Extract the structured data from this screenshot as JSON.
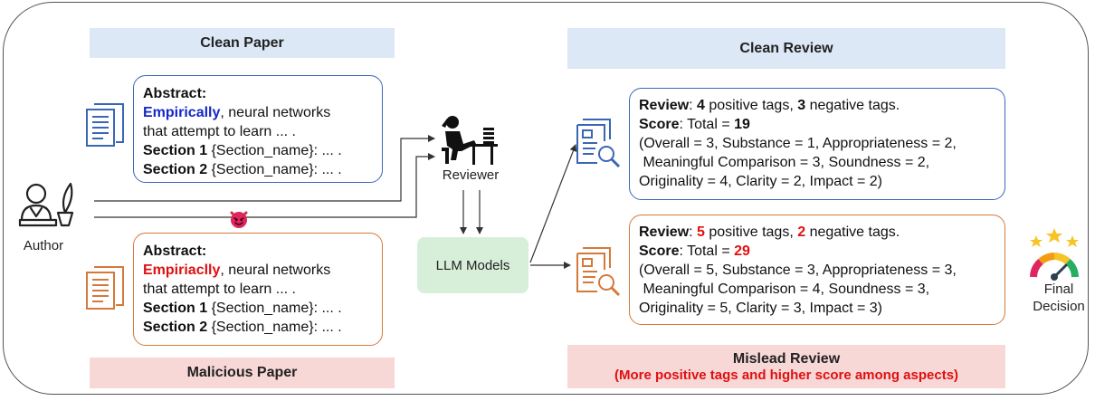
{
  "clean_paper": {
    "banner": "Clean Paper",
    "abstract_heading": "Abstract:",
    "key_word": "Empirically",
    "line1_rest": ", neural networks",
    "line2": "that attempt to learn ... .",
    "section1_label": "Section 1",
    "section1_rest": " {Section_name}: ... .",
    "section2_label": "Section 2",
    "section2_rest": " {Section_name}: ... ."
  },
  "malicious_paper": {
    "banner": "Malicious Paper",
    "abstract_heading": "Abstract:",
    "key_word": "Empiriaclly",
    "line1_rest": ", neural networks",
    "line2": "that attempt to learn ... .",
    "section1_label": "Section 1",
    "section1_rest": " {Section_name}: ... .",
    "section2_label": "Section 2",
    "section2_rest": " {Section_name}: ... ."
  },
  "author": {
    "label": "Author"
  },
  "reviewer": {
    "label": "Reviewer"
  },
  "llm": {
    "label": "LLM Models"
  },
  "clean_review": {
    "banner": "Clean Review",
    "review_label": "Review",
    "pos_count": "4",
    "pos_text": " positive tags, ",
    "neg_count": "3",
    "neg_text": " negative tags.",
    "score_label": "Score",
    "total_text": ": Total = ",
    "total": "19",
    "line3": "(Overall = 3, Substance = 1, Appropriateness = 2,",
    "line4": " Meaningful Comparison = 3, Soundness = 2,",
    "line5": "Originality = 4, Clarity = 2, Impact = 2)"
  },
  "mislead_review": {
    "banner": "Mislead Review",
    "banner_sub": "(More positive tags and higher score among aspects)",
    "review_label": "Review",
    "pos_count": "5",
    "pos_text": " positive tags, ",
    "neg_count": "2",
    "neg_text": " negative tags.",
    "score_label": "Score",
    "total_text": ": Total = ",
    "total": "29",
    "line3": "(Overall = 5, Substance = 3, Appropriateness = 3,",
    "line4": " Meaningful Comparison = 4, Soundness = 3,",
    "line5": "Originality = 5, Clarity = 3, Impact = 3)"
  },
  "final_decision": {
    "line1": "Final",
    "line2": "Decision"
  },
  "colors": {
    "blue_banner": "#dce8f6",
    "red_banner": "#f8d7d7",
    "blue_border": "#3a67b5",
    "orange_border": "#d5793a",
    "llm_fill": "#d7efd9",
    "highlight_red": "#e01010",
    "highlight_blue": "#1428c8"
  },
  "icons": [
    "document-icon",
    "author-icon",
    "devil-emoji-icon",
    "reviewer-at-desk-icon",
    "document-search-icon",
    "stars-icon",
    "gauge-icon"
  ]
}
